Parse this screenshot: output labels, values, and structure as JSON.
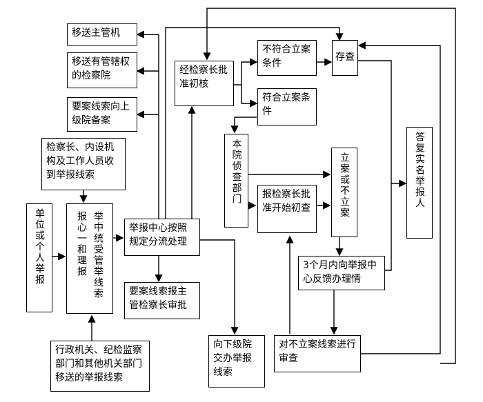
{
  "nodes": {
    "transfer_authority": "移送主管机",
    "transfer_procuratorate": "移送有管辖权的检察院",
    "major_clue_filing": "要案线索向上级院备案",
    "insider_received": "检察长、内设机构及工作人员收到举报线索",
    "unit_or_individual": "单位或个人举报",
    "center_unified_col1": "举中统受管举线索",
    "center_unified_col2": "报心一和理报",
    "other_agencies": "行政机关、纪检监察部门和其他机关部门移送的举报线索",
    "center_distribute": "举报中心按照规定分流处理",
    "major_clue_approval": "要案线索报主管检察长审批",
    "lower_court": "向下级院交办举报线索",
    "chief_initial_review": "经检察长批准初核",
    "not_meet_filing": "不符合立案条件",
    "meet_filing": "符合立案条件",
    "archive": "存查",
    "investigation_dept": "本院侦查部门",
    "chief_start_review": "报检察长批准开始初查",
    "file_or_not": "立案或不立案",
    "reply_informant": "答复实名举报人",
    "three_month_feedback": "3个月内向举报中心反馈办理情",
    "review_unfiled": "对不立案线索进行审查"
  }
}
